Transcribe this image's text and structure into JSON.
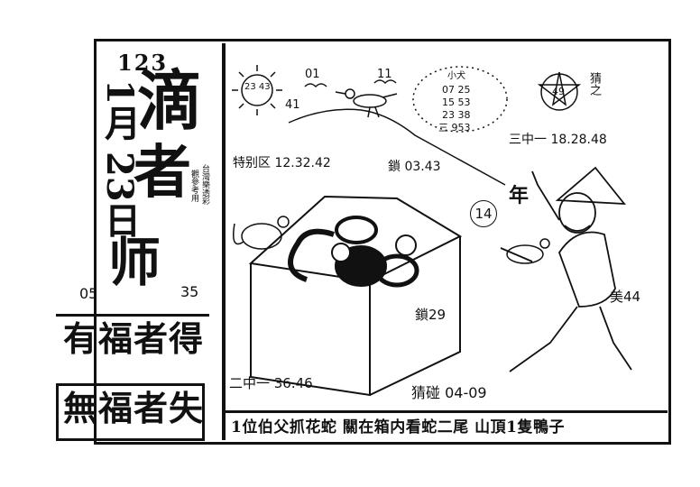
{
  "left_panel": {
    "date_month": "1月",
    "date_day": "23日",
    "date_top_number": "123",
    "brush_char_1": "滴",
    "brush_char_2": "者",
    "brush_char_3": "师",
    "small_vertical_1": "台灣樂透彩",
    "small_vertical_2": "觀參考用",
    "corner_left": "05",
    "corner_right": "35",
    "motto_1": "有福者得",
    "motto_2": "無福者失"
  },
  "sun": {
    "numbers": "23 43"
  },
  "birds_numbers": {
    "left": "01",
    "right": "11",
    "under": "41"
  },
  "dots_cloud": {
    "lines": [
      "小犬",
      "07 25",
      "15 53",
      "23 38",
      "三 953"
    ]
  },
  "star": {
    "number": "49",
    "label": "猜之"
  },
  "labels": {
    "special": "特别区 12.32.42",
    "lock_top": "鎖 03.43",
    "three_hit": "三中一 18.28.48",
    "circle_14": "14",
    "year_char": "年",
    "mei": "美44",
    "lock_box": "鎖29",
    "two_hit": "二中一 36.46",
    "pair": "猜碰 04-09"
  },
  "bottom_caption": "1位伯父抓花蛇 關在箱内看蛇二尾 山頂1隻鴨子"
}
